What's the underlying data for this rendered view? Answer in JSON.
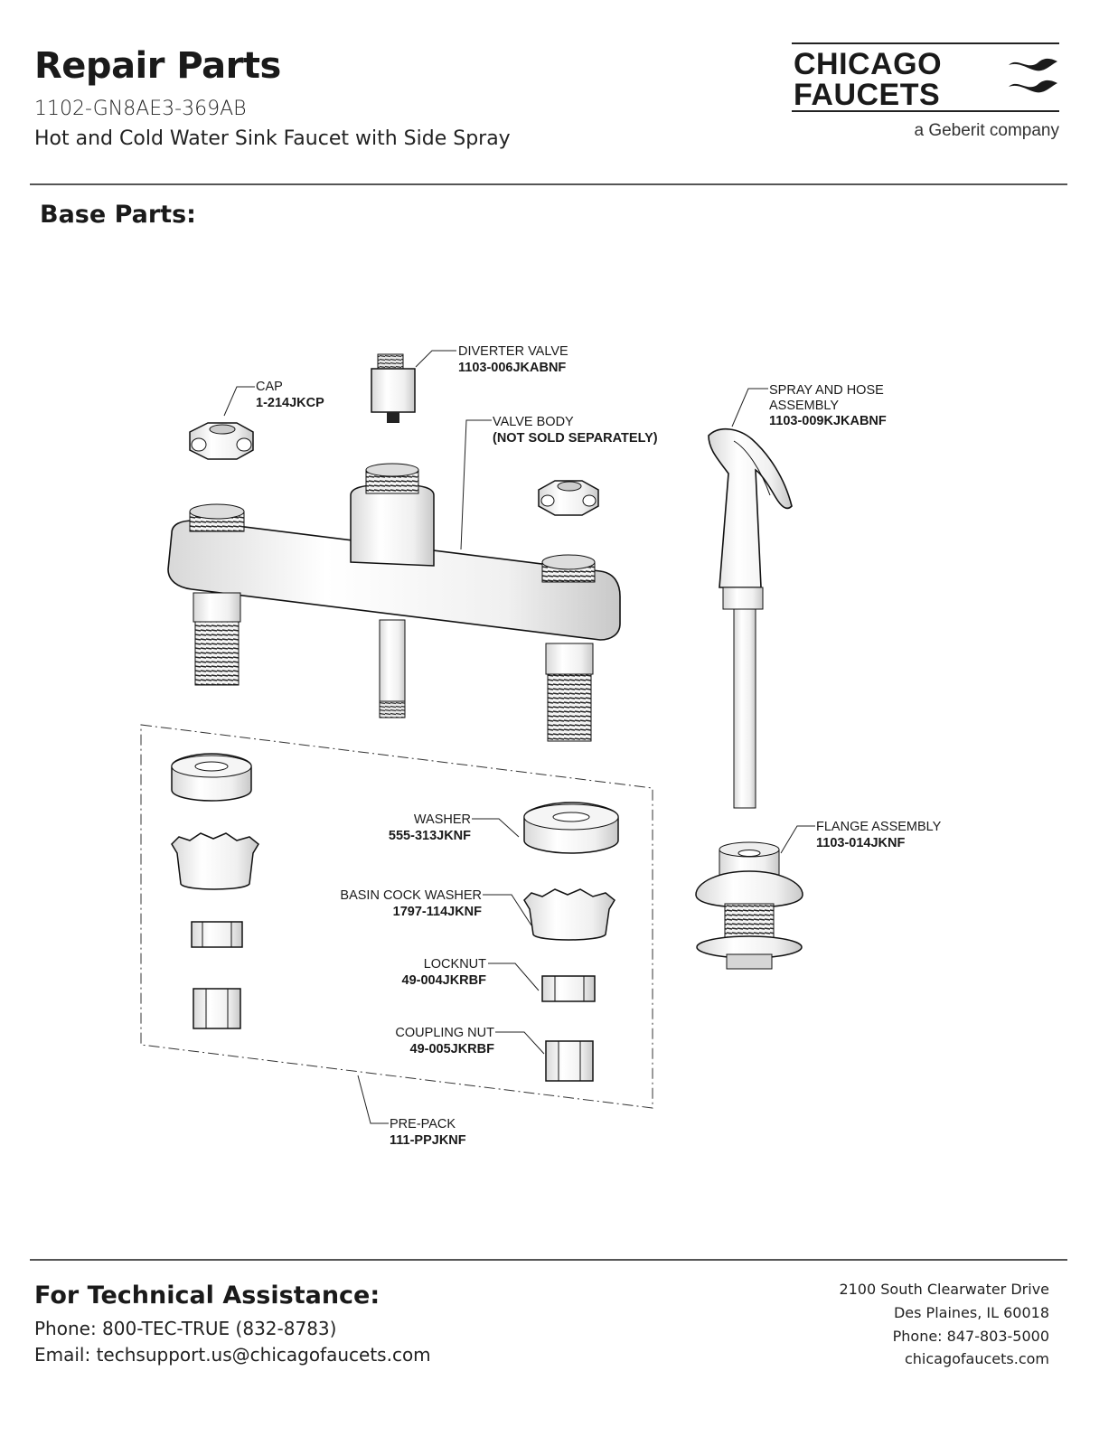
{
  "header": {
    "title": "Repair Parts",
    "model": "1102-GN8AE3-369AB",
    "description": "Hot and Cold Water Sink Faucet with Side Spray"
  },
  "logo": {
    "line1": "CHICAGO",
    "line2": "FAUCETS",
    "tagline": "a Geberit company"
  },
  "section": {
    "title": "Base Parts:"
  },
  "parts": {
    "diverter_valve": {
      "name": "DIVERTER VALVE",
      "number": "1103-006JKABNF"
    },
    "cap": {
      "name": "CAP",
      "number": "1-214JKCP"
    },
    "valve_body": {
      "name": "VALVE BODY",
      "number": "(NOT SOLD SEPARATELY)"
    },
    "spray_hose": {
      "name1": "SPRAY AND HOSE",
      "name2": "ASSEMBLY",
      "number": "1103-009KJKABNF"
    },
    "washer": {
      "name": "WASHER",
      "number": "555-313JKNF"
    },
    "basin_cock_washer": {
      "name": "BASIN COCK WASHER",
      "number": "1797-114JKNF"
    },
    "locknut": {
      "name": "LOCKNUT",
      "number": "49-004JKRBF"
    },
    "coupling_nut": {
      "name": "COUPLING NUT",
      "number": "49-005JKRBF"
    },
    "flange_assembly": {
      "name": "FLANGE ASSEMBLY",
      "number": "1103-014JKNF"
    },
    "pre_pack": {
      "name": "PRE-PACK",
      "number": "111-PPJKNF"
    }
  },
  "footer": {
    "heading": "For Technical Assistance:",
    "phone": "Phone: 800-TEC-TRUE (832-8783)",
    "email": "Email: techsupport.us@chicagofaucets.com",
    "address1": "2100 South Clearwater Drive",
    "address2": "Des Plaines, IL 60018",
    "address3": "Phone: 847-803-5000",
    "website": "chicagofaucets.com"
  }
}
